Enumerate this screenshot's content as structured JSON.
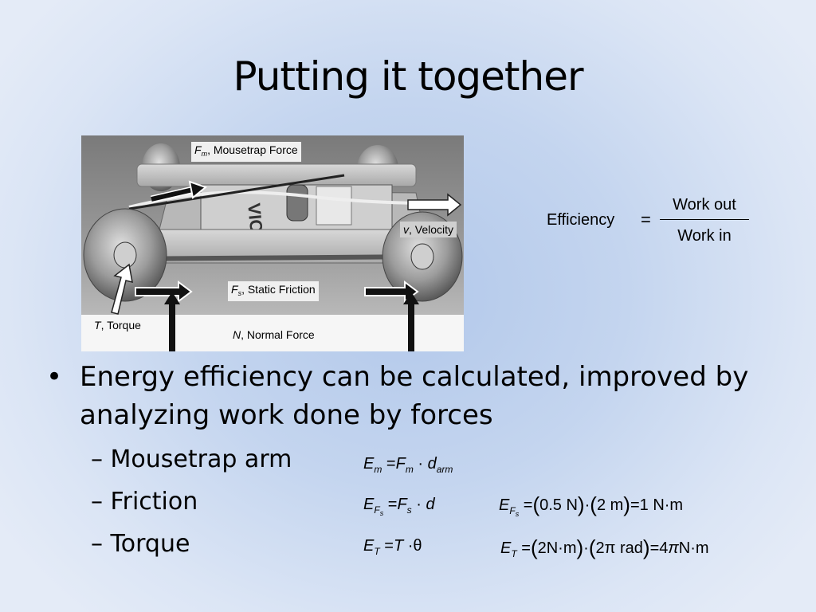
{
  "slide": {
    "title": "Putting it together"
  },
  "diagram": {
    "labels": {
      "fm_symbol": "F",
      "fm_sub": "m",
      "fm_text": ", Mousetrap Force",
      "v_symbol": "v",
      "v_text": ", Velocity",
      "fs_symbol": "F",
      "fs_sub": "s",
      "fs_text": ", Static Friction",
      "t_symbol": "T",
      "t_text": ", Torque",
      "n_symbol": "N",
      "n_text": ", Normal Force"
    },
    "trap_brand_text": "VICTO"
  },
  "efficiency": {
    "lhs": "Efficiency",
    "eq": "=",
    "numerator": "Work out",
    "denominator": "Work in"
  },
  "bullet": {
    "marker": "•",
    "text": "Energy efficiency can be calculated, improved by analyzing work done by forces"
  },
  "subitems": [
    {
      "text": "– Mousetrap arm"
    },
    {
      "text": "– Friction"
    },
    {
      "text": "– Torque"
    }
  ],
  "equations": {
    "mousetrap": {
      "E": "E",
      "E_sub": "m",
      "eq": "=",
      "F": "F",
      "F_sub": "m",
      "dot": "·",
      "d": "d",
      "d_sub": "arm"
    },
    "friction": {
      "E": "E",
      "E_sub": "F",
      "E_subsub": "s",
      "eq": "=",
      "F": "F",
      "F_sub": "s",
      "dot": "·",
      "d": "d"
    },
    "friction_calc": {
      "E": "E",
      "E_sub": "F",
      "E_subsub": "s",
      "eq": "=",
      "open1": "(",
      "val1": "0.5 N",
      "close1": ")",
      "dot": "·",
      "open2": "(",
      "val2": "2 m",
      "close2": ")",
      "eq2": "=",
      "result": "1 N·m"
    },
    "torque": {
      "E": "E",
      "E_sub": "T",
      "eq": "=",
      "T": "T",
      "dot": "·",
      "theta": "θ"
    },
    "torque_calc": {
      "E": "E",
      "E_sub": "T",
      "eq": "=",
      "open1": "(",
      "val1": "2N·m",
      "close1": ")",
      "dot": "·",
      "open2": "(",
      "val2": "2π rad",
      "close2": ")",
      "eq2": "=",
      "result_num": "4",
      "result_pi": "π",
      "result_unit": "N·m"
    }
  }
}
